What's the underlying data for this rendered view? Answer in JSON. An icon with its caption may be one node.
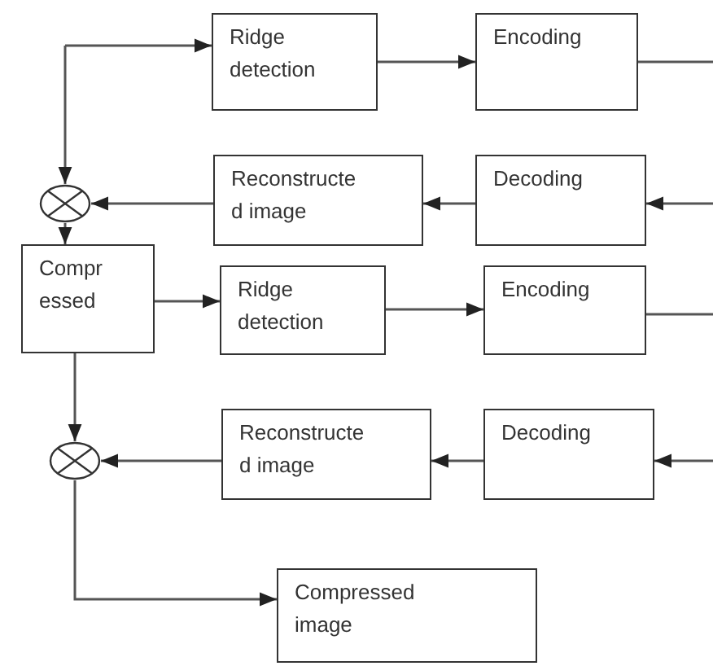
{
  "diagram": {
    "nodes": [
      {
        "text": [
          "Ridge detection"
        ]
      },
      {
        "text": [
          "Encoding"
        ]
      },
      {
        "text": [],
        "shape": "circle"
      },
      {
        "text": [
          "Reconstructe d image"
        ]
      },
      {
        "text": [
          "Decoding"
        ]
      },
      {
        "text": [
          "Compr essed"
        ]
      },
      {
        "text": [
          "Ridge detection"
        ]
      },
      {
        "text": [
          "Encoding"
        ]
      },
      {
        "text": [],
        "shape": "circle"
      },
      {
        "text": [
          "Reconstructe d image"
        ]
      },
      {
        "text": [
          "Decoding"
        ]
      },
      {
        "text": [
          "Compressed image"
        ]
      }
    ],
    "edges": [
      {
        "from": null,
        "to": 0,
        "arrow": "to"
      },
      {
        "from": null,
        "to": 2,
        "arrow": "to"
      },
      {
        "from": 0,
        "to": 1,
        "arrow": "to"
      },
      {
        "from": 1,
        "to": null,
        "arrow": "none"
      },
      {
        "from": null,
        "to": 4,
        "arrow": "to"
      },
      {
        "from": 4,
        "to": 3,
        "arrow": "to"
      },
      {
        "from": 3,
        "to": 2,
        "arrow": "to"
      },
      {
        "from": 2,
        "to": 5,
        "arrow": "to"
      },
      {
        "from": 5,
        "to": 6,
        "arrow": "to"
      },
      {
        "from": 6,
        "to": 7,
        "arrow": "to"
      },
      {
        "from": 7,
        "to": null,
        "arrow": "none"
      },
      {
        "from": null,
        "to": 10,
        "arrow": "to"
      },
      {
        "from": 10,
        "to": 9,
        "arrow": "to"
      },
      {
        "from": 9,
        "to": 8,
        "arrow": "to"
      },
      {
        "from": 5,
        "to": 8,
        "arrow": "to"
      },
      {
        "from": 8,
        "to": 11,
        "arrow": "to"
      }
    ]
  }
}
